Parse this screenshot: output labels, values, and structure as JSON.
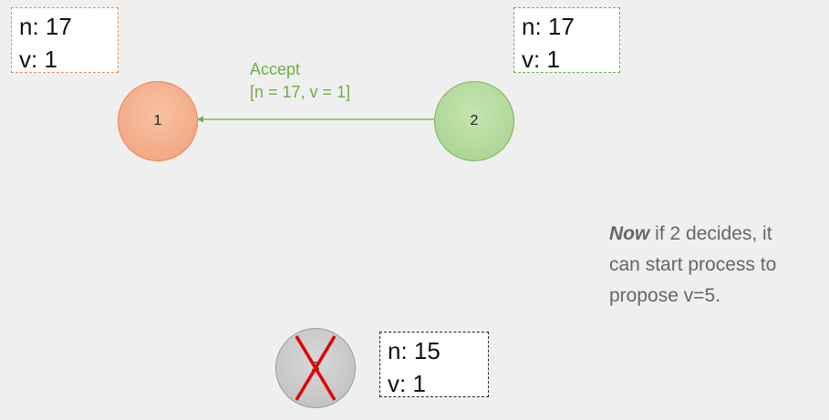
{
  "boxes": {
    "box1": {
      "n": "n: 17",
      "v": "v: 1"
    },
    "box2": {
      "n": "n: 17",
      "v": "v: 1"
    },
    "box3": {
      "n": "n: 15",
      "v": "v: 1"
    }
  },
  "nodes": {
    "n1": "1",
    "n2": "2",
    "n3": "3"
  },
  "message": {
    "line1": "Accept",
    "line2": "[n = 17, v = 1]"
  },
  "note": {
    "bold": "Now",
    "line1_rest": " if 2 decides, it",
    "line2": "can start process to",
    "line3": "propose v=5."
  },
  "colors": {
    "node1": "#f2a178",
    "node2": "#a6d28b",
    "node3": "#bdbdbd",
    "message": "#70ad47",
    "crossed_out": "#e00000"
  }
}
